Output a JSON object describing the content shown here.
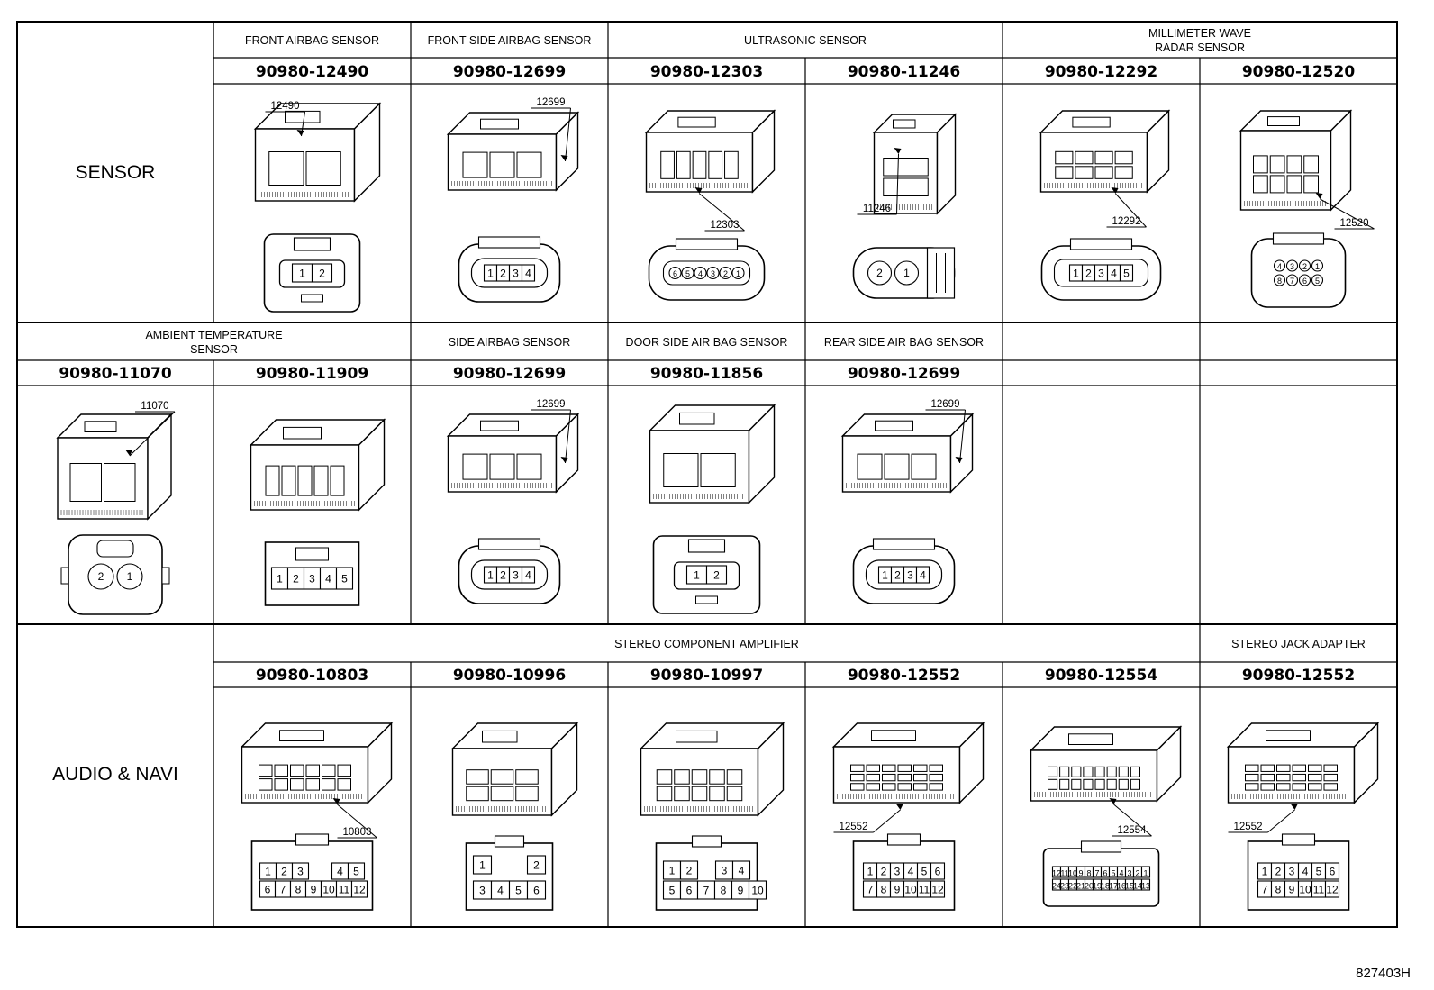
{
  "figure_code": "827403H",
  "sections": [
    {
      "label": "SENSOR",
      "headers": [
        {
          "text": "",
          "from": 1,
          "span": 1
        },
        {
          "text": "FRONT AIRBAG SENSOR",
          "from": 1,
          "span": 1
        },
        {
          "text": "FRONT SIDE AIRBAG SENSOR",
          "from": 2,
          "span": 1
        },
        {
          "text": "ULTRASONIC SENSOR",
          "from": 3,
          "span": 2
        },
        {
          "text": "MILLIMETER WAVE\nRADAR SENSOR",
          "from": 5,
          "span": 2
        }
      ],
      "cells": [
        {
          "col": 1,
          "pn": "90980-12490",
          "callout": "12490",
          "pins": [
            "1",
            "2"
          ],
          "type": "rect2"
        },
        {
          "col": 2,
          "pn": "90980-12699",
          "callout": "12699",
          "pins": [
            "1",
            "2",
            "3",
            "4"
          ],
          "type": "oval4"
        },
        {
          "col": 3,
          "pn": "90980-12303",
          "callout": "12303",
          "pins": [
            "6",
            "5",
            "4",
            "3",
            "2",
            "1"
          ],
          "type": "oval6"
        },
        {
          "col": 4,
          "pn": "90980-11246",
          "callout": "11246",
          "pins": [
            "2",
            "1"
          ],
          "type": "round2"
        },
        {
          "col": 5,
          "pn": "90980-12292",
          "callout": "12292",
          "pins": [
            "1",
            "2",
            "3",
            "4",
            "5"
          ],
          "type": "oval5"
        },
        {
          "col": 6,
          "pn": "90980-12520",
          "callout": "12520",
          "pins": [
            "4",
            "3",
            "2",
            "1",
            "8",
            "7",
            "6",
            "5"
          ],
          "type": "grid8"
        }
      ]
    },
    {
      "label": "",
      "headers": [
        {
          "text": "AMBIENT TEMPERATURE\nSENSOR",
          "from": 0,
          "span": 2
        },
        {
          "text": "SIDE AIRBAG SENSOR",
          "from": 2,
          "span": 1
        },
        {
          "text": "DOOR SIDE AIR BAG SENSOR",
          "from": 3,
          "span": 1
        },
        {
          "text": "REAR SIDE AIR BAG SENSOR",
          "from": 4,
          "span": 1
        }
      ],
      "cells": [
        {
          "col": 0,
          "pn": "90980-11070",
          "callout": "11070",
          "pins": [
            "2",
            "1"
          ],
          "type": "round2b"
        },
        {
          "col": 1,
          "pn": "90980-11909",
          "callout": "",
          "pins": [
            "1",
            "2",
            "3",
            "4",
            "5"
          ],
          "type": "rect5"
        },
        {
          "col": 2,
          "pn": "90980-12699",
          "callout": "12699",
          "pins": [
            "1",
            "2",
            "3",
            "4"
          ],
          "type": "oval4"
        },
        {
          "col": 3,
          "pn": "90980-11856",
          "callout": "",
          "pins": [
            "1",
            "2"
          ],
          "type": "rect2b"
        },
        {
          "col": 4,
          "pn": "90980-12699",
          "callout": "12699",
          "pins": [
            "1",
            "2",
            "3",
            "4"
          ],
          "type": "oval4"
        }
      ]
    },
    {
      "label": "AUDIO & NAVI",
      "headers": [
        {
          "text": "STEREO COMPONENT AMPLIFIER",
          "from": 1,
          "span": 5
        },
        {
          "text": "STEREO JACK ADAPTER",
          "from": 6,
          "span": 1
        }
      ],
      "cells": [
        {
          "col": 1,
          "pn": "90980-10803",
          "callout": "10803",
          "pins": [
            "1",
            "2",
            "3",
            "4",
            "5",
            "6",
            "7",
            "8",
            "9",
            "10",
            "11",
            "12"
          ],
          "type": "a12"
        },
        {
          "col": 2,
          "pn": "90980-10996",
          "callout": "",
          "pins": [
            "1",
            "2",
            "3",
            "4",
            "5",
            "6"
          ],
          "type": "a6"
        },
        {
          "col": 3,
          "pn": "90980-10997",
          "callout": "",
          "pins": [
            "1",
            "2",
            "3",
            "4",
            "5",
            "6",
            "7",
            "8",
            "9",
            "10"
          ],
          "type": "a10"
        },
        {
          "col": 4,
          "pn": "90980-12552",
          "callout": "12552",
          "pins": [
            "1",
            "2",
            "3",
            "4",
            "5",
            "6",
            "7",
            "8",
            "9",
            "10",
            "11",
            "12"
          ],
          "type": "b12"
        },
        {
          "col": 5,
          "pn": "90980-12554",
          "callout": "12554",
          "pins": [
            "12",
            "11",
            "10",
            "9",
            "8",
            "7",
            "6",
            "5",
            "4",
            "3",
            "2",
            "1",
            "24",
            "23",
            "22",
            "21",
            "20",
            "19",
            "18",
            "17",
            "16",
            "15",
            "14",
            "13"
          ],
          "type": "b24"
        },
        {
          "col": 6,
          "pn": "90980-12552",
          "callout": "12552",
          "pins": [
            "1",
            "2",
            "3",
            "4",
            "5",
            "6",
            "7",
            "8",
            "9",
            "10",
            "11",
            "12"
          ],
          "type": "b12"
        }
      ]
    }
  ]
}
